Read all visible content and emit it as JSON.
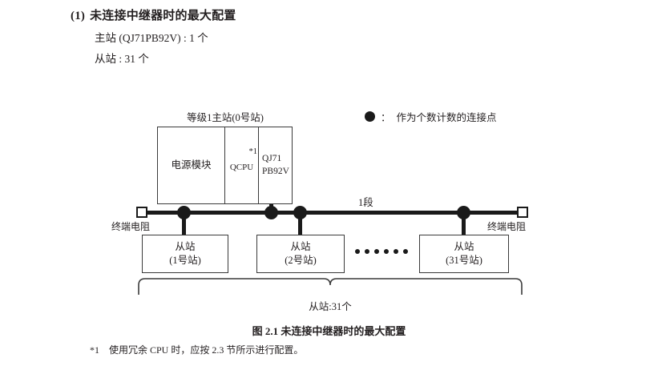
{
  "section": {
    "number": "(1)",
    "title": "未连接中继器时的最大配置",
    "spec_master": "主站 (QJ71PB92V) : 1 个",
    "spec_slave": "从站 : 31 个"
  },
  "legend": {
    "symbol": "dot-filled",
    "separator": "：",
    "text": "作为个数计数的连接点"
  },
  "diagram": {
    "master_caption": "等级1主站(0号站)",
    "rack": {
      "power_module": "电源模块",
      "cpu": "QCPU",
      "cpu_footnote_mark": "*1",
      "network_line1": "QJ71",
      "network_line2": "PB92V"
    },
    "segment_label": "1段",
    "terminator_left": "终端电阻",
    "terminator_right": "终端电阻",
    "slaves": [
      {
        "line1": "从站",
        "line2": "(1号站)"
      },
      {
        "line1": "从站",
        "line2": "(2号站)"
      },
      {
        "line1": "从站",
        "line2": "(31号站)"
      }
    ],
    "ellipsis_dots": 6,
    "brace_label": "从站:31个"
  },
  "figure_caption": "图 2.1  未连接中继器时的最大配置",
  "footnote": {
    "mark": "*1",
    "text": "使用冗余 CPU 时，应按 2.3 节所示进行配置。"
  },
  "colors": {
    "ink": "#231f20",
    "line": "#1a1a1a",
    "box_border": "#3a3a3a",
    "background": "#ffffff"
  }
}
